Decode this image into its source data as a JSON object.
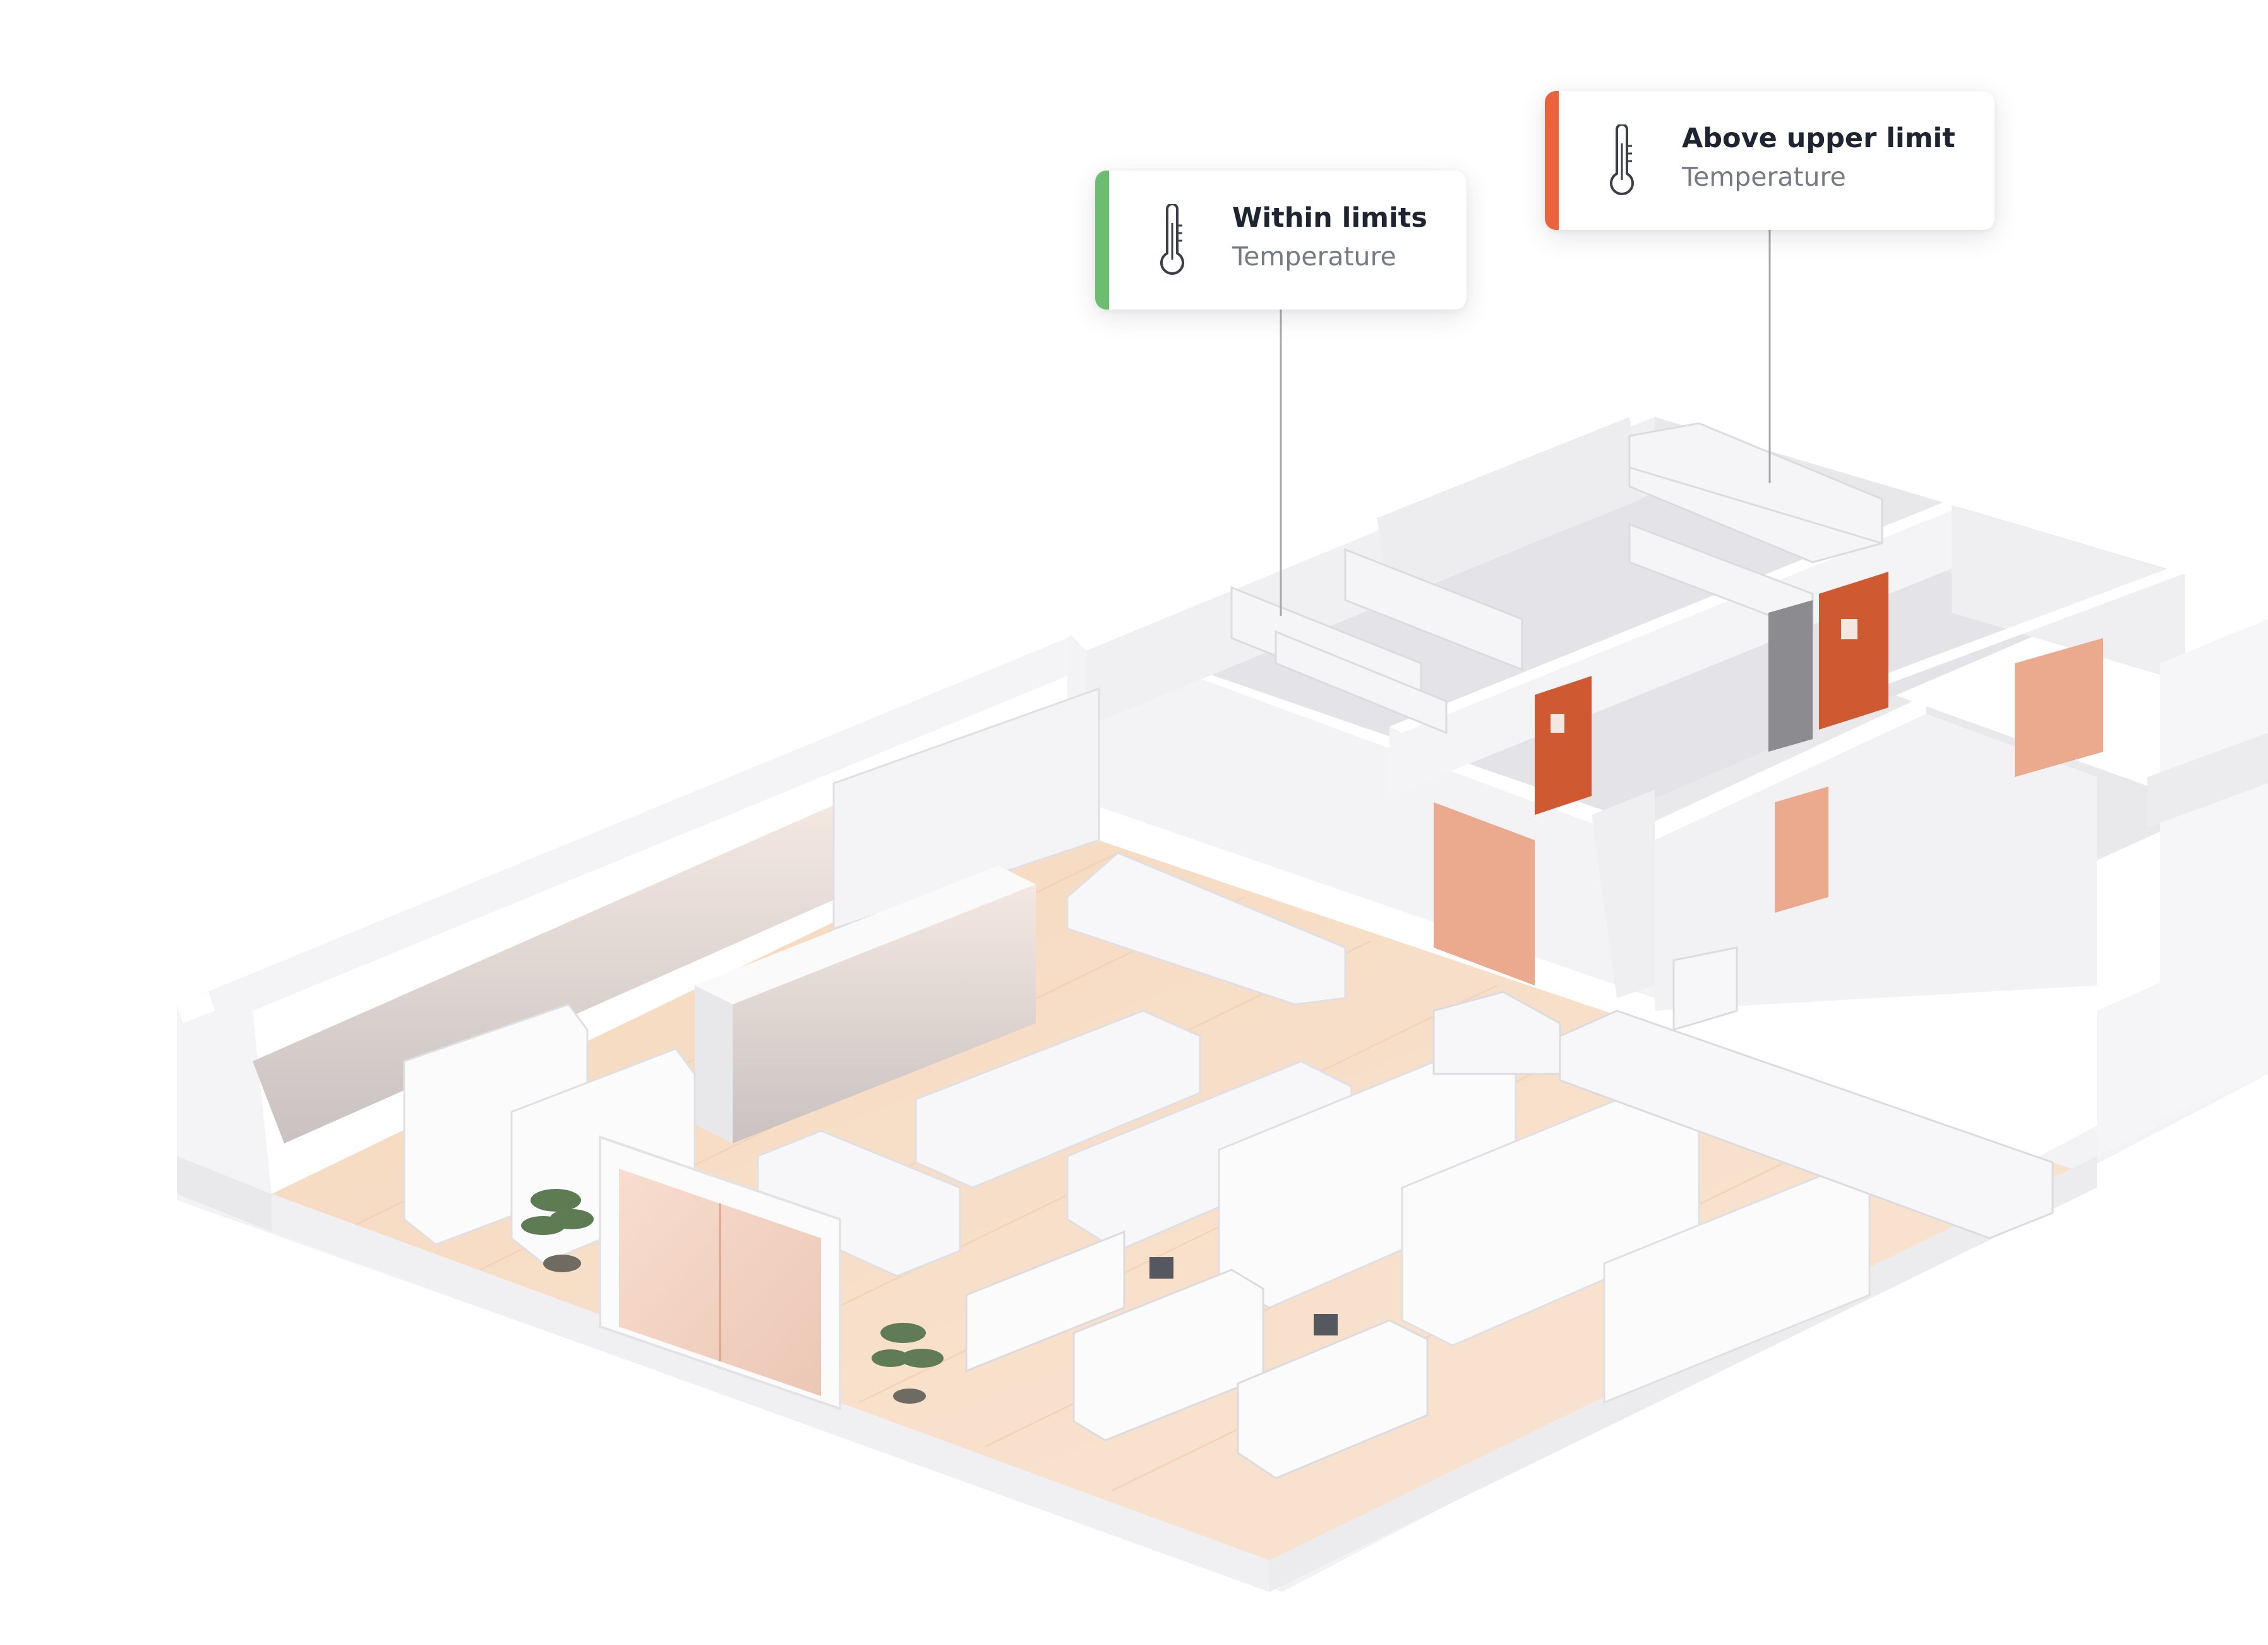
{
  "cards": {
    "within": {
      "title": "Within limits",
      "subtitle": "Temperature",
      "status_color": "#6cbd72",
      "icon": "thermometer-icon"
    },
    "above": {
      "title": "Above upper limit",
      "subtitle": "Temperature",
      "status_color": "#e8643c",
      "icon": "thermometer-icon"
    }
  },
  "colors": {
    "floor": "#f7dcc4",
    "wall": "#f1f1f3",
    "door_alert": "#cf5a32",
    "door_normal": "#eba98e",
    "connector_line": "#a8a8a8"
  }
}
